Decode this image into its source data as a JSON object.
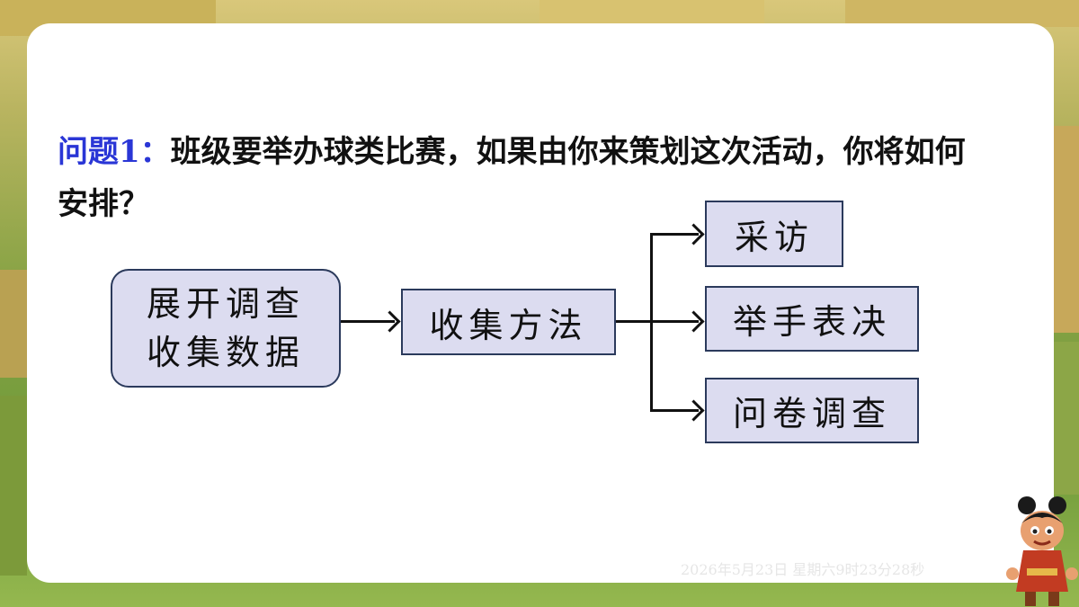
{
  "slide": {
    "question_label": "问题1：",
    "question_text": "班级要举办球类比赛，如果由你来策划这次活动，你将如何安排？",
    "boxes": {
      "start_line1": "展开调查",
      "start_line2": "收集数据",
      "method": "收集方法",
      "option1": "采访",
      "option2": "举手表决",
      "option3": "问卷调查"
    },
    "timestamp": "2026年5月23日 星期六9时23分28秒"
  },
  "colors": {
    "label": "#2a36d6",
    "box_fill": "#dcdcf0",
    "box_border": "#2b3a5c"
  },
  "icons": {
    "mascot": "cartoon-character-icon"
  }
}
